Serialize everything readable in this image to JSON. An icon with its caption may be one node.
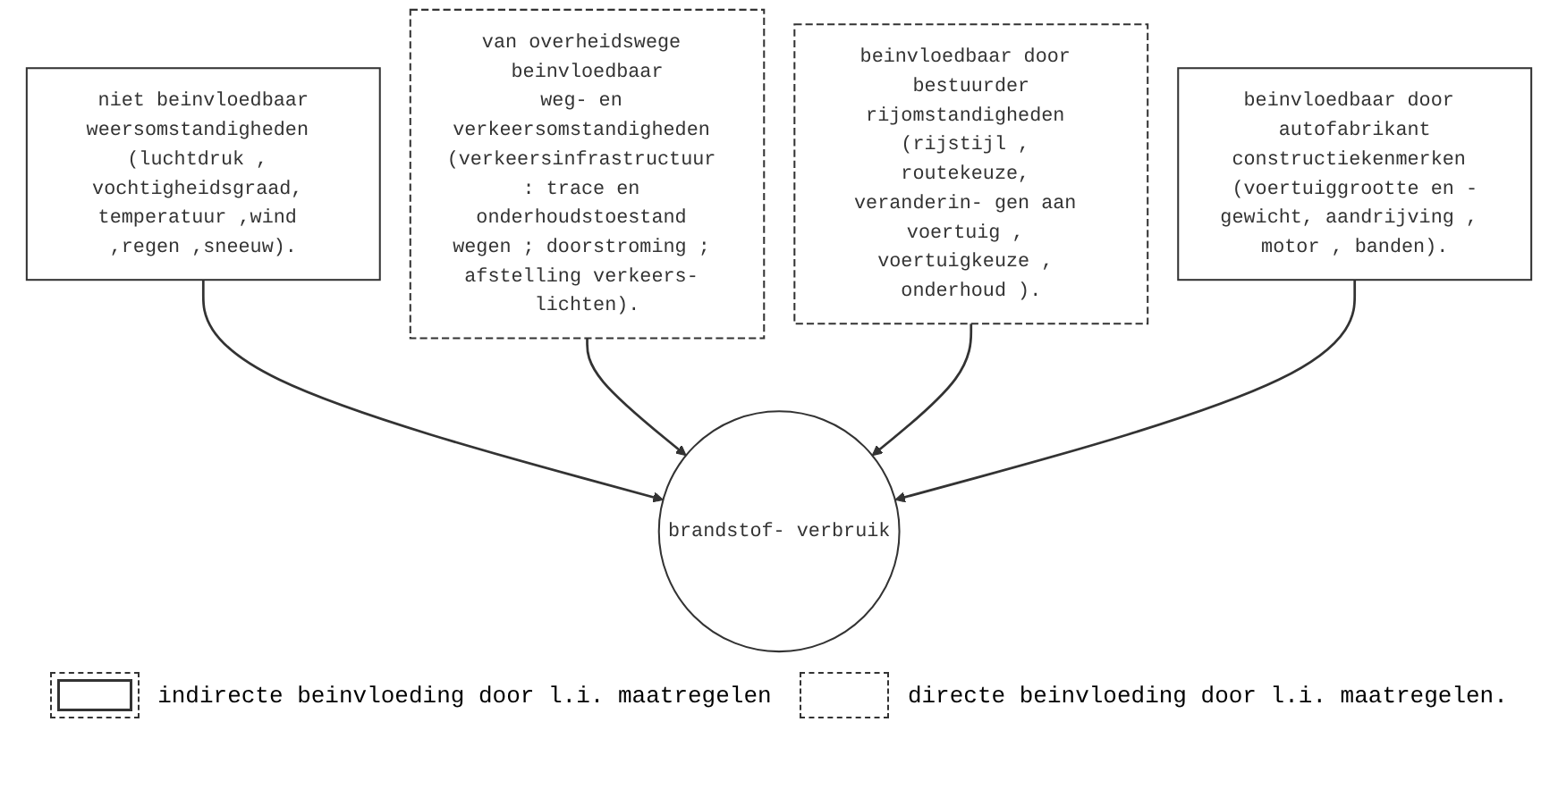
{
  "diagram": {
    "nodes": [
      {
        "text": [
          "niet beinvloedbaar",
          "weersomstandigheden (luchtdruk , vochtigheidsgraad, temperatuur ,wind ,regen ,sneeuw)."
        ]
      },
      {
        "text": [
          "van overheidswege beinvloedbaar",
          "weg- en verkeersomstandigheden (verkeersinfrastructuur : trace en onderhoudstoestand wegen ; doorstroming ; afstelling verkeers- lichten)."
        ]
      },
      {
        "text": [
          "brandstof- verbruik"
        ]
      },
      {
        "text": [
          "beinvloedbaar door bestuurder",
          "rijomstandigheden (rijstijl , routekeuze, veranderin- gen aan voertuig , voertuigkeuze , onderhoud )."
        ]
      },
      {
        "text": [
          "beinvloedbaar door autofabrikant",
          "constructiekenmerken (voertuiggrootte en -gewicht, aandrijving , motor , banden)."
        ]
      }
    ],
    "edges": [
      {
        "from": 0,
        "to": 2,
        "arrow": "to"
      },
      {
        "from": 1,
        "to": 2,
        "arrow": "to"
      },
      {
        "from": 3,
        "to": 2,
        "arrow": "to"
      },
      {
        "from": 4,
        "to": 2,
        "arrow": "to"
      }
    ],
    "legend": [
      {
        "text": "indirecte beinvloeding door l.i. maatregelen"
      },
      {
        "text": "directe beinvloeding door l.i. maatregelen."
      }
    ]
  }
}
